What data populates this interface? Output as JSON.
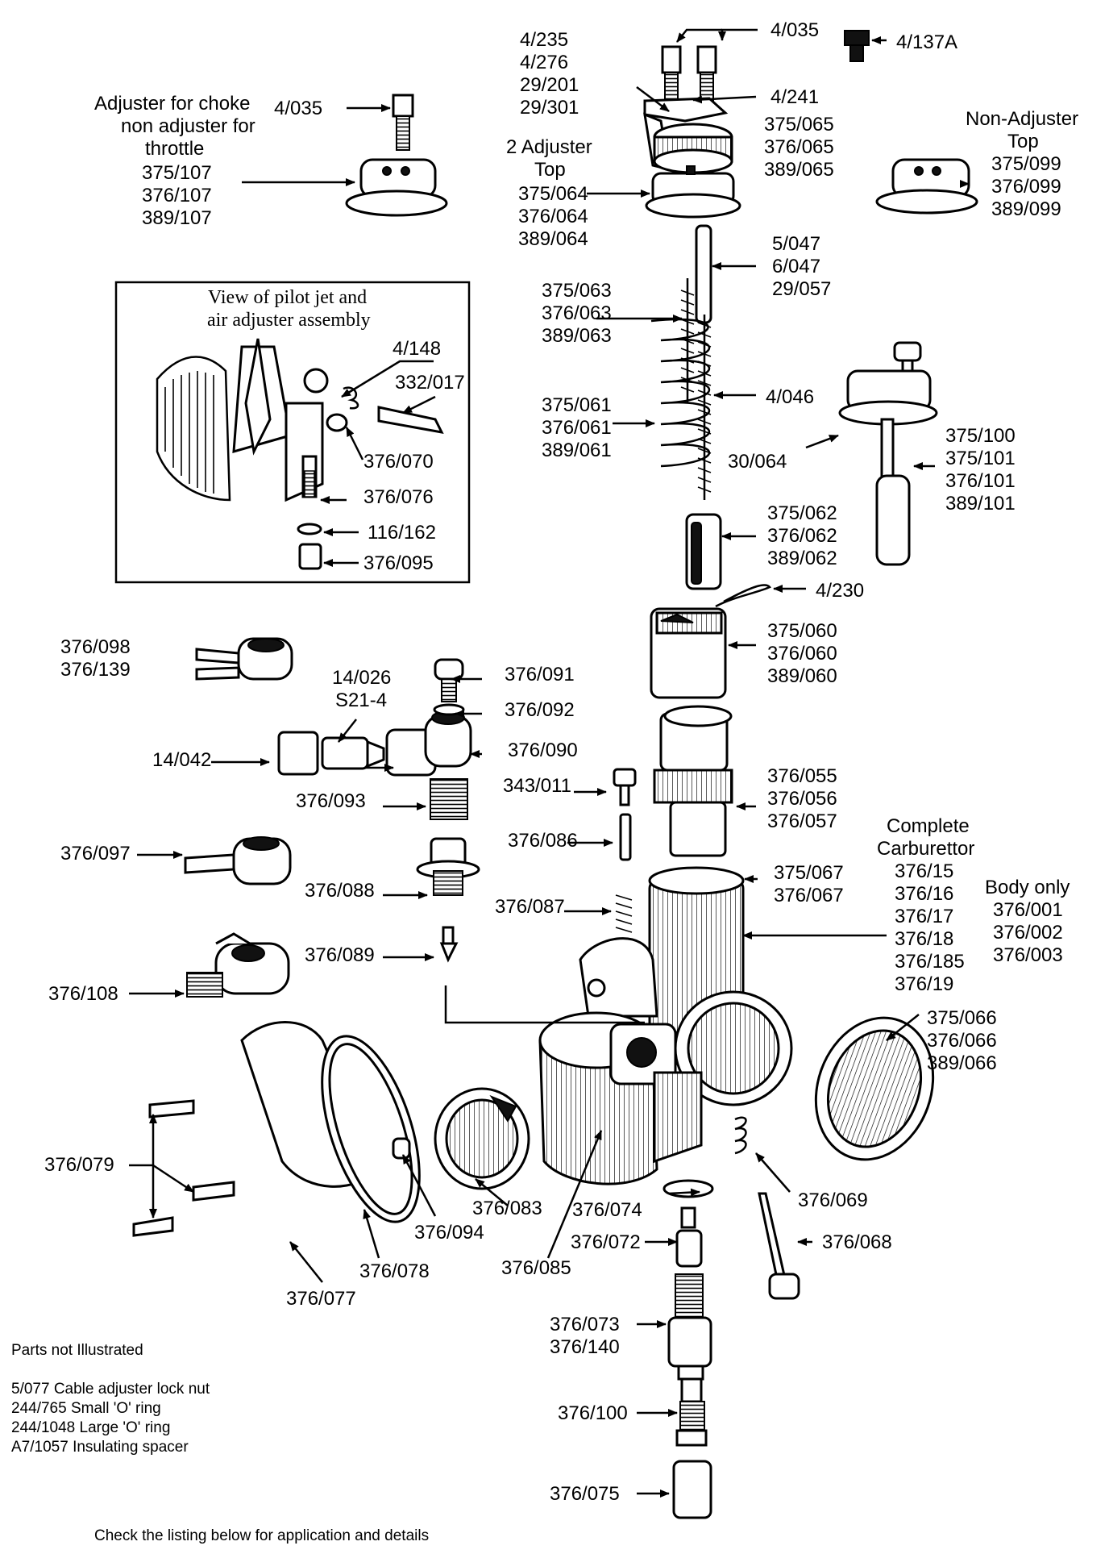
{
  "diagram": {
    "labels": [
      "4/035",
      "4/137A",
      "4/235",
      "4/276",
      "29/201",
      "29/301",
      "4/241",
      "375/065",
      "376/065",
      "389/065",
      "2 Adjuster",
      "Top",
      "375/064",
      "376/064",
      "389/064",
      "Non-Adjuster",
      "Top",
      "375/099",
      "376/099",
      "389/099",
      "Adjuster for choke",
      "non adjuster for",
      "throttle",
      "375/107",
      "376/107",
      "389/107",
      "4/035",
      "5/047",
      "6/047",
      "29/057",
      "375/063",
      "376/063",
      "389/063",
      "View of pilot jet and",
      "air adjuster assembly",
      "4/148",
      "332/017",
      "376/070",
      "376/076",
      "116/162",
      "376/095",
      "375/061",
      "376/061",
      "389/061",
      "4/046",
      "30/064",
      "375/100",
      "375/101",
      "376/101",
      "389/101",
      "375/062",
      "376/062",
      "389/062",
      "4/230",
      "375/060",
      "376/060",
      "389/060",
      "376/098",
      "376/139",
      "14/026",
      "S21-4",
      "376/091",
      "376/092",
      "14/042",
      "376/090",
      "376/093",
      "343/011",
      "376/055",
      "376/056",
      "376/057",
      "376/086",
      "376/097",
      "Complete",
      "Carburettor",
      "375/067",
      "376/067",
      "376/088",
      "376/087",
      "376/15",
      "376/16",
      "376/17",
      "376/18",
      "376/185",
      "376/19",
      "Body only",
      "376/001",
      "376/002",
      "376/003",
      "376/089",
      "376/108",
      "375/066",
      "376/066",
      "389/066",
      "376/079",
      "376/083",
      "376/074",
      "376/069",
      "376/094",
      "376/072",
      "376/068",
      "376/078",
      "376/085",
      "376/077",
      "376/073",
      "376/140",
      "376/100",
      "376/075"
    ],
    "parts_not_illustrated": {
      "heading": "Parts not Illustrated",
      "items": [
        "5/077 Cable adjuster lock nut",
        "244/765 Small 'O' ring",
        "244/1048 Large 'O' ring",
        "A7/1057 Insulating spacer"
      ]
    },
    "footer": "Check the listing below for application and details"
  }
}
